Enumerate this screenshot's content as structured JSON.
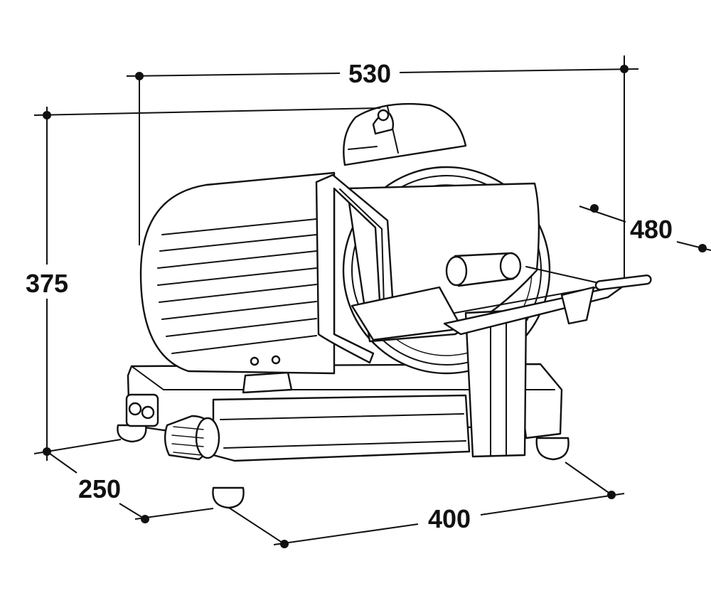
{
  "dimensions": {
    "top_width": "530",
    "height": "375",
    "right_depth": "480",
    "base_depth": "250",
    "base_width": "400"
  }
}
